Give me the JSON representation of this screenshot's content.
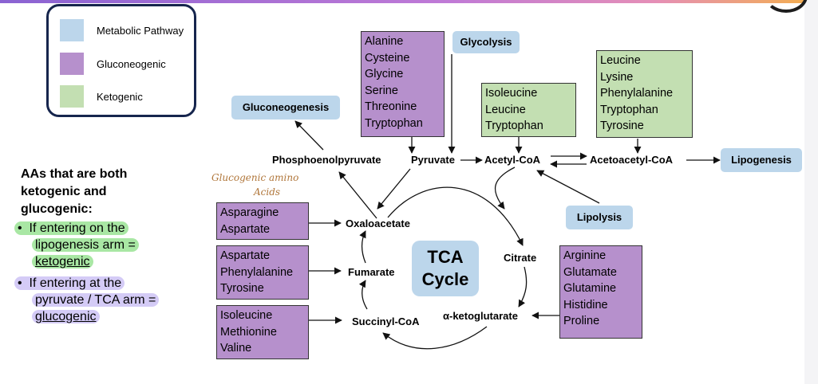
{
  "legend": {
    "items": [
      {
        "label": "Metabolic Pathway",
        "color": "#bcd6eb"
      },
      {
        "label": "Gluconeogenic",
        "color": "#b690cc"
      },
      {
        "label": "Ketogenic",
        "color": "#c3dfb2"
      }
    ]
  },
  "pathways": {
    "glycolysis": "Glycolysis",
    "gluconeogenesis": "Gluconeogenesis",
    "lipogenesis": "Lipogenesis",
    "lipolysis": "Lipolysis"
  },
  "metabolites": {
    "pep": "Phosphoenolpyruvate",
    "pyruvate": "Pyruvate",
    "acetyl_coa": "Acetyl-CoA",
    "acetoacetyl_coa": "Acetoacetyl-CoA",
    "oxaloacetate": "Oxaloacetate",
    "citrate": "Citrate",
    "fumarate": "Fumarate",
    "succinyl_coa": "Succinyl-CoA",
    "a_ketoglutarate": "α-ketoglutarate"
  },
  "tca": {
    "line1": "TCA",
    "line2": "Cycle"
  },
  "amino_acid_groups": {
    "to_pyruvate": [
      "Alanine",
      "Cysteine",
      "Glycine",
      "Serine",
      "Threonine",
      "Tryptophan"
    ],
    "to_acetyl_coa": [
      "Isoleucine",
      "Leucine",
      "Tryptophan"
    ],
    "to_acetoacetyl_coa": [
      "Leucine",
      "Lysine",
      "Phenylalanine",
      "Tryptophan",
      "Tyrosine"
    ],
    "to_oxaloacetate": [
      "Asparagine",
      "Aspartate"
    ],
    "to_fumarate": [
      "Aspartate",
      "Phenylalanine",
      "Tyrosine"
    ],
    "to_succinyl_coa": [
      "Isoleucine",
      "Methionine",
      "Valine"
    ],
    "to_a_ketoglutarate": [
      "Arginine",
      "Glutamate",
      "Glutamine",
      "Histidine",
      "Proline"
    ]
  },
  "handwritten": {
    "line1": "Glucogenic amino",
    "line2": "Acids"
  },
  "side_note": {
    "title_lines": [
      "AAs that are both",
      "ketogenic and",
      "glucogenic:"
    ],
    "bullet1_lines": [
      "If entering on the",
      "lipogenesis arm ="
    ],
    "bullet1_term": "ketogenic",
    "bullet2_lines": [
      "If entering at the",
      "pyruvate / TCA arm ="
    ],
    "bullet2_term": "glucogenic",
    "bullet_symbol": "•"
  }
}
